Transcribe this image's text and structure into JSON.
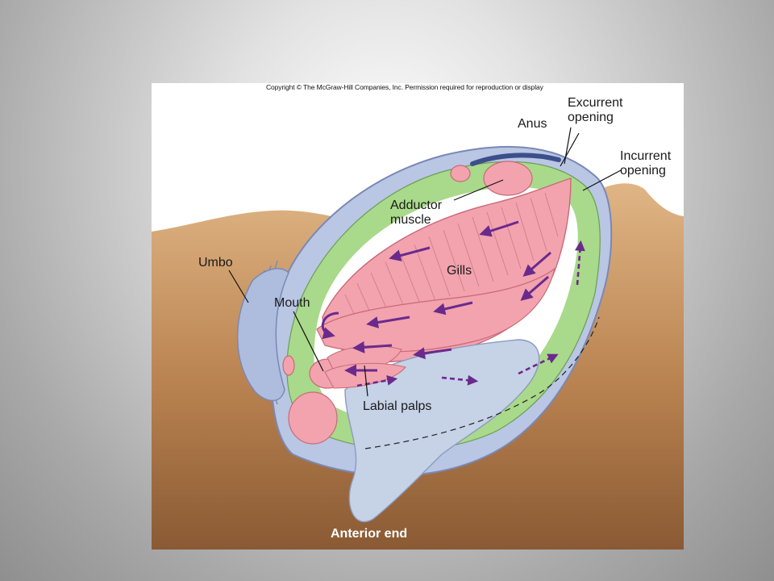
{
  "copyright": "Copyright © The McGraw-Hill Companies, Inc. Permission required for reproduction or display",
  "labels": {
    "excurrent": "Excurrent\nopening",
    "incurrent": "Incurrent\nopening",
    "anus": "Anus",
    "adductor": "Adductor\nmuscle",
    "umbo": "Umbo",
    "gills": "Gills",
    "mouth": "Mouth",
    "labial_palps": "Labial palps",
    "anterior_end": "Anterior end"
  },
  "colors": {
    "sediment_top": "#dcae7c",
    "sediment_bottom": "#8a5a34",
    "shell": "#b9c6e4",
    "mantle": "#a9d98a",
    "gill": "#f2a3ae",
    "foot": "#c6d2e6",
    "arrow": "#6a2a8c"
  }
}
